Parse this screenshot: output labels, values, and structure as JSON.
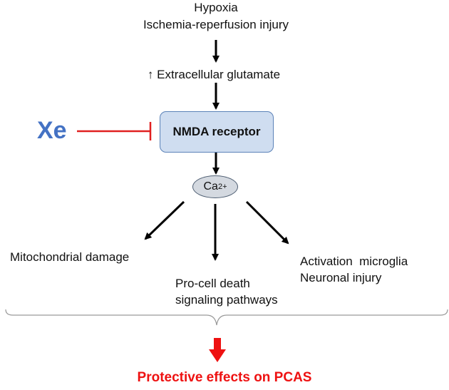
{
  "top_causes": [
    "Hypoxia",
    "Ischemia-reperfusion injury"
  ],
  "glutamate": "↑ Extracellular glutamate",
  "receptor": "NMDA receptor",
  "inhibitor": "Xe",
  "calcium": {
    "base": "Ca",
    "charge": "2+"
  },
  "outcomes": {
    "left": "Mitochondrial damage",
    "middle": [
      "Pro-cell death",
      "signaling pathways"
    ],
    "right": [
      "Activation  microglia",
      "Neuronal injury"
    ]
  },
  "result": "Protective effects on PCAS",
  "colors": {
    "inhibitor": "#4472c4",
    "inhibit_line": "#e02020",
    "result": "#ee1111",
    "box_fill": "#cfddf0"
  }
}
